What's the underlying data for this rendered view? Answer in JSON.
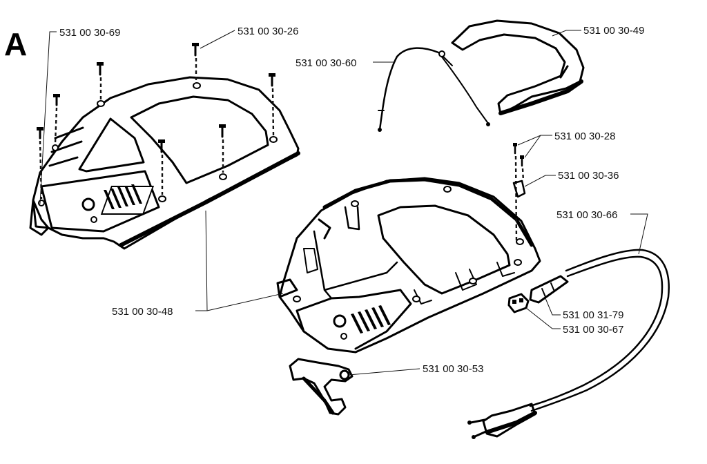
{
  "section_letter": "A",
  "colors": {
    "ink": "#000000",
    "paper": "#ffffff"
  },
  "labels": {
    "p_30_69": "531 00 30-69",
    "p_30_26": "531 00 30-26",
    "p_30_60": "531 00 30-60",
    "p_30_49": "531 00 30-49",
    "p_30_28": "531 00 30-28",
    "p_30_36": "531 00 30-36",
    "p_30_66": "531 00 30-66",
    "p_30_48": "531 00 30-48",
    "p_31_79": "531 00 31-79",
    "p_30_67": "531 00 30-67",
    "p_30_53": "531 00 30-53"
  }
}
